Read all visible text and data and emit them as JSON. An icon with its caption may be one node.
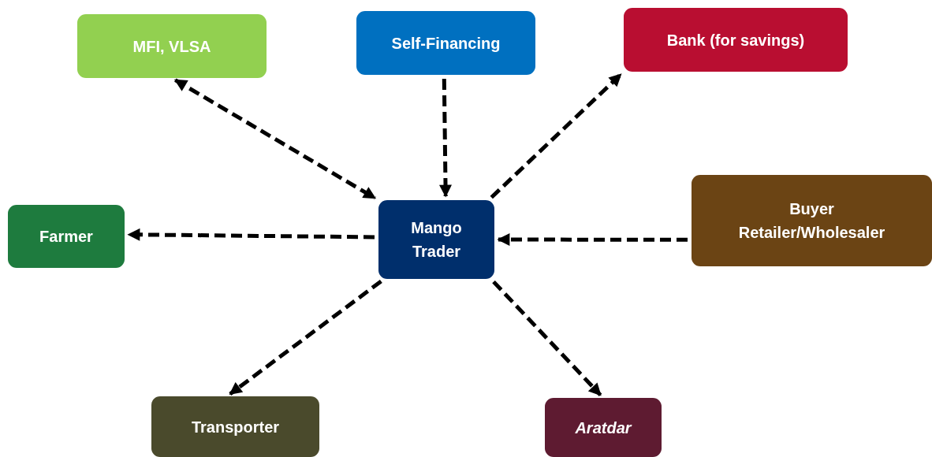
{
  "diagram": {
    "nodes": [
      {
        "text": [
          "MFI, VLSA"
        ]
      },
      {
        "text": [
          "Self-Financing"
        ]
      },
      {
        "text": [
          "Bank (for savings)"
        ]
      },
      {
        "text": [
          "Farmer"
        ]
      },
      {
        "text": [
          "Mango Trader"
        ]
      },
      {
        "text": [
          "Buyer",
          "Retailer/Wholesaler"
        ]
      },
      {
        "text": [
          "Transporter"
        ]
      },
      {
        "text": [
          "Aratdar"
        ]
      }
    ],
    "edges": [
      {
        "from": 0,
        "to": 4,
        "arrow": "both",
        "style": "dashed"
      },
      {
        "from": 1,
        "to": 4,
        "arrow": "to",
        "style": "dashed"
      },
      {
        "from": 4,
        "to": 2,
        "arrow": "to",
        "style": "dashed"
      },
      {
        "from": 4,
        "to": 3,
        "arrow": "to",
        "style": "dashed"
      },
      {
        "from": 5,
        "to": 4,
        "arrow": "to",
        "style": "dashed"
      },
      {
        "from": 4,
        "to": 6,
        "arrow": "to",
        "style": "dashed"
      },
      {
        "from": 4,
        "to": 7,
        "arrow": "to",
        "style": "dashed"
      }
    ]
  }
}
